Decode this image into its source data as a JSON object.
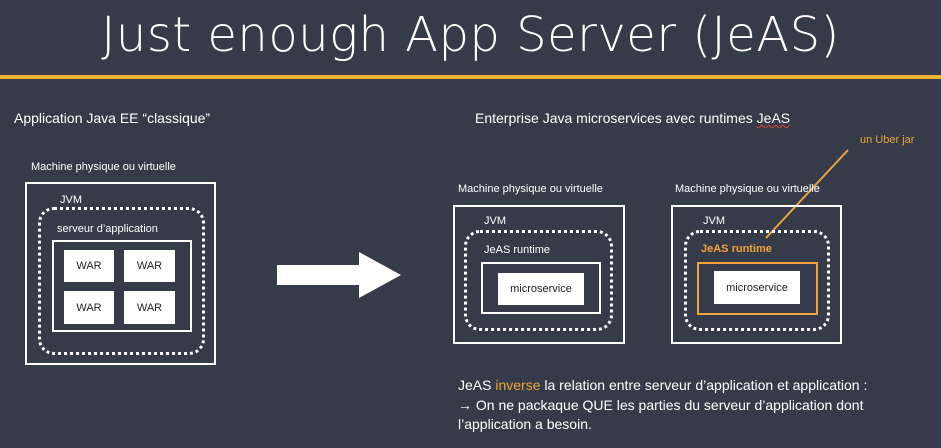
{
  "header": {
    "title": "Just enough App Server (JeAS)"
  },
  "left": {
    "heading": "Application Java EE “classique”",
    "machine_label": "Machine physique ou virtuelle",
    "jvm_label": "JVM",
    "server_label": "serveur d’application",
    "wars": [
      "WAR",
      "WAR",
      "WAR",
      "WAR"
    ]
  },
  "right": {
    "heading_main": "Enterprise Java microservices avec runtimes ",
    "heading_tail": "JeAS",
    "annotation": "un Uber jar",
    "machine1": {
      "machine_label": "Machine physique ou virtuelle",
      "jvm_label": "JVM",
      "runtime_label": "JeAS runtime",
      "service_label": "microservice"
    },
    "machine2": {
      "machine_label": "Machine physique ou virtuelle",
      "jvm_label": "JVM",
      "runtime_label": "JeAS runtime",
      "service_label": "microservice"
    }
  },
  "footer": {
    "line1_a": "JeAS ",
    "line1_b": "inverse",
    "line1_c": " la relation entre serveur d’application et application :",
    "line2": "→ On ne packaque QUE les parties du serveur d’application dont",
    "line3": "l’application a besoin."
  },
  "colors": {
    "background": "#353b48",
    "accent": "#f2b234",
    "highlight": "#f2a33a"
  }
}
